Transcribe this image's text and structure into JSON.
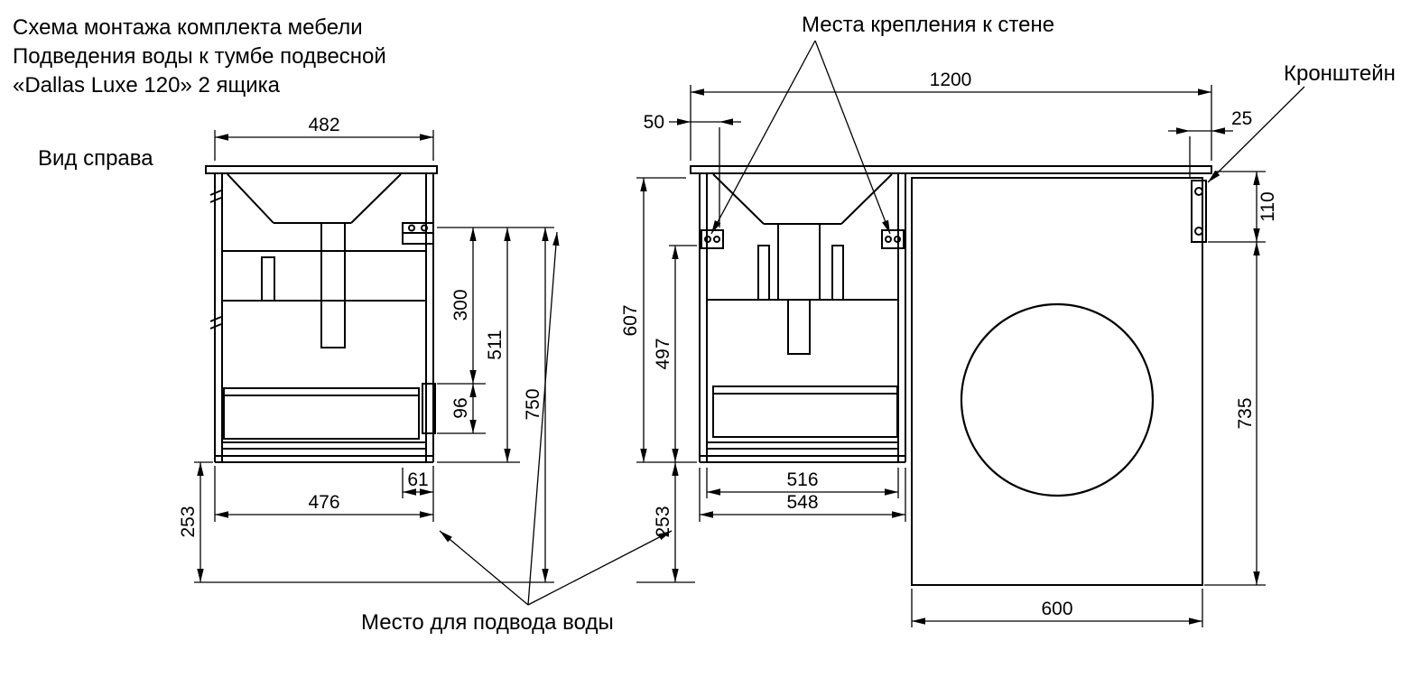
{
  "title": {
    "line1": "Схема монтажа комплекта мебели",
    "line2": "Подведения воды к тумбе подвесной",
    "line3": "«Dallas Luxe 120» 2 ящика"
  },
  "labels": {
    "side_view": "Вид справа",
    "wall_mount": "Места крепления к стене",
    "bracket": "Кронштейн",
    "water_supply": "Место для подвода воды"
  },
  "dims": {
    "w482": "482",
    "w476": "476",
    "w61": "61",
    "h253_side": "253",
    "h300": "300",
    "h96": "96",
    "h511": "511",
    "h750": "750",
    "w1200": "1200",
    "w50": "50",
    "w25": "25",
    "h607": "607",
    "h497": "497",
    "h253_front": "253",
    "w516": "516",
    "w548": "548",
    "w600": "600",
    "h110": "110",
    "h735": "735"
  },
  "colors": {
    "line": "#000000",
    "background": "#ffffff"
  }
}
